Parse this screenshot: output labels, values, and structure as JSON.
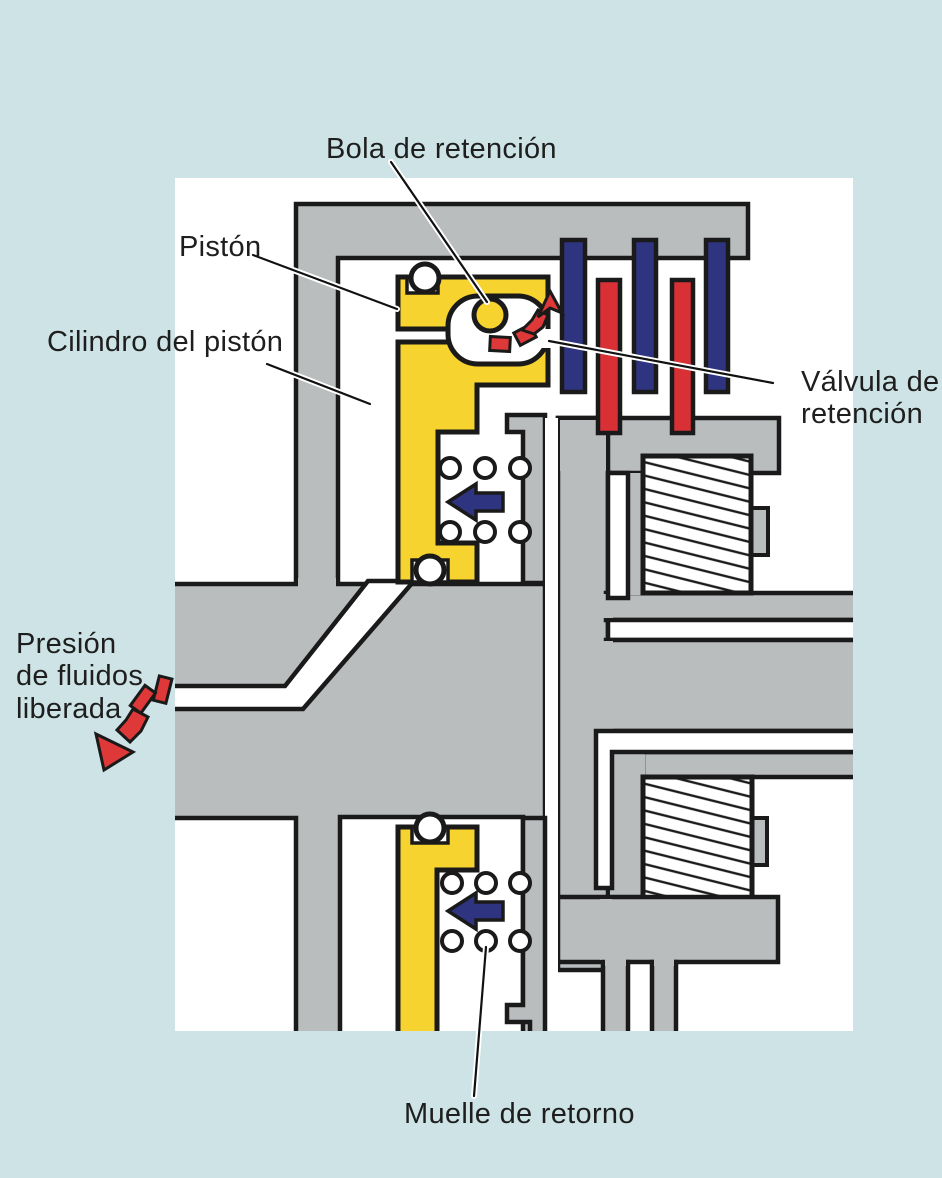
{
  "diagram": {
    "labels": {
      "retention_ball": "Bola de retención",
      "piston": "Pistón",
      "piston_cylinder": "Cilindro del pistón",
      "check_valve": "Válvula de\nretención",
      "fluid_pressure": "Presión\nde fluidos\nliberada",
      "return_spring": "Muelle de retorno"
    },
    "colors": {
      "background": "#cde3e5",
      "panel": "#ffffff",
      "housing-gray": "#b9bdbe",
      "piston-yellow": "#f6d32e",
      "plate-blue": "#2e3480",
      "plate-red": "#d93036",
      "arrow-red": "#df3838",
      "arrow-navy": "#2e3480",
      "outline": "#1a1a1a"
    }
  }
}
